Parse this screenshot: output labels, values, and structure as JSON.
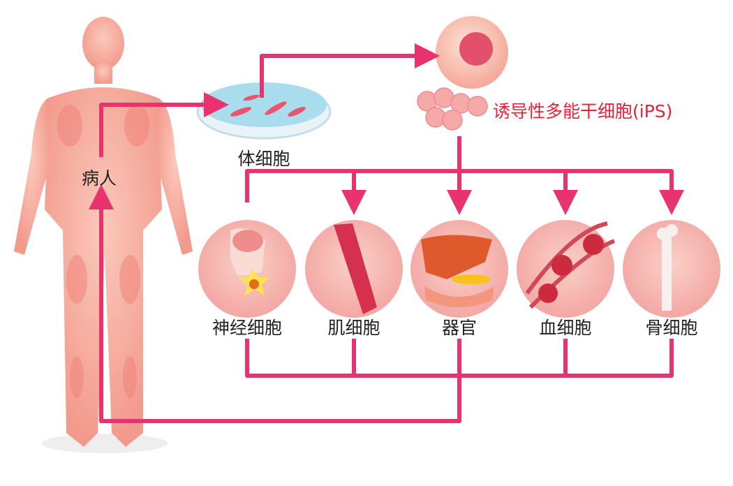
{
  "labels": {
    "patient": "病人",
    "somatic_cell": "体细胞",
    "ips": "诱导性多能干细胞(iPS)"
  },
  "cell_types": [
    {
      "label": "神经细胞",
      "icon": "neuron-icon"
    },
    {
      "label": "肌细胞",
      "icon": "muscle-icon"
    },
    {
      "label": "器官",
      "icon": "organ-icon"
    },
    {
      "label": "血细胞",
      "icon": "blood-cell-icon"
    },
    {
      "label": "骨细胞",
      "icon": "bone-icon"
    }
  ],
  "colors": {
    "arrow": "#e8336e",
    "skin": "#f8b3a3",
    "skin_dark": "#ef7f78"
  }
}
